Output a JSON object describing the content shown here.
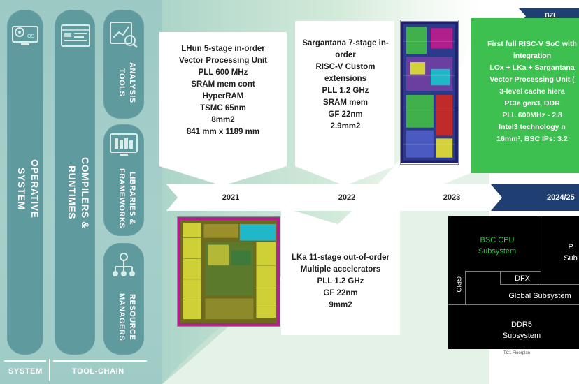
{
  "stack": {
    "pills": [
      {
        "label": "OPERATIVE\nSYSTEM",
        "icon": "monitor-gear-icon"
      },
      {
        "label": "COMPILERS &\nRUNTIMES",
        "icon": "code-window-icon"
      },
      {
        "label": "ANALYSIS\nTOOLS",
        "icon": "analysis-chart-icon"
      },
      {
        "label": "LIBRARIES &\nFRAMEWORKS",
        "icon": "library-monitor-icon"
      },
      {
        "label": "RESOURCE\nMANAGERS",
        "icon": "resource-tree-icon"
      }
    ],
    "bottom_labels": {
      "system": "SYSTEM",
      "toolchain": "TOOL-CHAIN"
    }
  },
  "timeline": {
    "years": [
      "2021",
      "2022",
      "2023",
      "2024/25"
    ],
    "badge": "BZL",
    "entries": {
      "lhun": "LHun 5-stage in-order\nVector Processing Unit\nPLL 600 MHz\nSRAM mem cont\nHyperRAM\nTSMC 65nm\n8mm2\n841 mm x 1189 mm",
      "sargantana": "Sargantana 7-stage in-\norder\nRISC-V Custom\nextensions\nPLL 1.2 GHz\nSRAM mem\nGF 22nm\n2.9mm2",
      "lka": "LKa 11-stage out-of-order\nMultiple accelerators\nPLL 1.2 GHz\nGF 22nm\n9mm2",
      "bzl": "First full RISC-V SoC with\nintegration\nLOx + LKa + Sargantana\nVector Processing Unit (\n3-level cache hiera\nPCIe gen3, DDR\nPLL 600MHz - 2.8\nIntel3 technology n\n16mm², BSC IPs: 3.2"
    }
  },
  "floorplan": {
    "bsc_cpu": "BSC CPU\nSubsystem",
    "right_block": "P\nSub",
    "gpio": "GPIO",
    "dfx": "DFX",
    "global": "Global Subsystem",
    "ddr5": "DDR5\nSubsystem",
    "caption": "TC1 Floorplan"
  },
  "colors": {
    "stack_bg": "#a3cdc8",
    "pill": "#5f9a9e",
    "arrow": "#ffffff",
    "green": "#3ec050",
    "navy": "#1f3f73",
    "chip_yellow": "#d4d23a",
    "chip_magenta": "#b01f8c",
    "chip_cyan": "#20b8c8"
  }
}
